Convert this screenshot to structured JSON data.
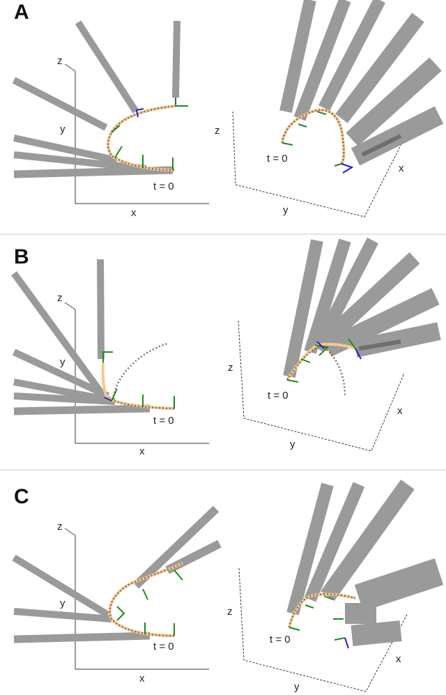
{
  "panels": [
    {
      "id": "A",
      "label": "A",
      "left": {
        "axis_x": "x",
        "axis_y": "y",
        "axis_z": "z",
        "t_label": "t = 0"
      },
      "right": {
        "axis_x": "x",
        "axis_y": "y",
        "axis_z": "z",
        "t_label": "t = 0"
      }
    },
    {
      "id": "B",
      "label": "B",
      "left": {
        "axis_x": "x",
        "axis_y": "y",
        "axis_z": "z",
        "t_label": "t = 0"
      },
      "right": {
        "axis_x": "x",
        "axis_y": "y",
        "axis_z": "z",
        "t_label": "t = 0"
      }
    },
    {
      "id": "C",
      "label": "C",
      "left": {
        "axis_x": "x",
        "axis_y": "y",
        "axis_z": "z",
        "t_label": "t = 0"
      },
      "right": {
        "axis_x": "x",
        "axis_y": "y",
        "axis_z": "z",
        "t_label": "t = 0"
      }
    }
  ],
  "colors": {
    "instrument_shaft": "#9a9a9a",
    "instrument_inner": "#6e6e6e",
    "trajectory_planned": "#f6c88a",
    "trajectory_actual": "#8c6a5c",
    "frame_x": "#d62020",
    "frame_y": "#1e8a1e",
    "frame_z": "#2020d0",
    "divider": "#c8c8c8"
  }
}
